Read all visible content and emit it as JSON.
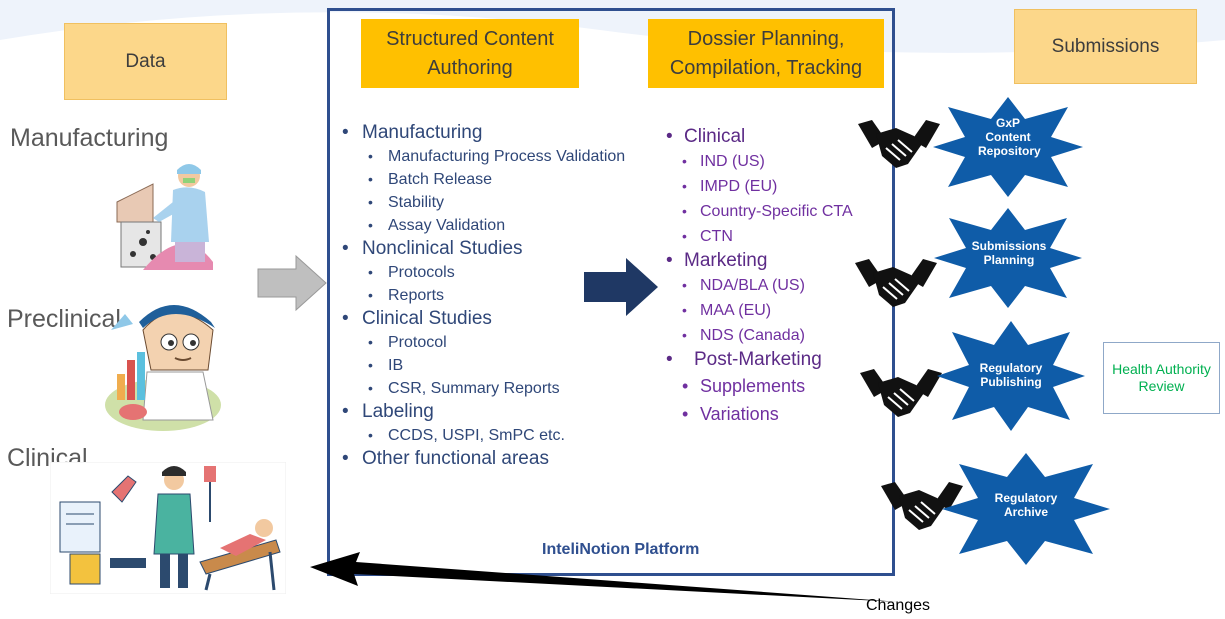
{
  "data_box": "Data",
  "submissions_box": "Submissions",
  "sources": {
    "manufacturing": "Manufacturing",
    "preclinical": "Preclinical",
    "clinical": "Clinical"
  },
  "authoring": {
    "title": "Structured Content Authoring",
    "items": [
      {
        "label": "Manufacturing",
        "sub": [
          "Manufacturing Process Validation",
          "Batch Release",
          "Stability",
          "Assay Validation"
        ]
      },
      {
        "label": "Nonclinical Studies",
        "sub": [
          "Protocols",
          "Reports"
        ]
      },
      {
        "label": "Clinical Studies",
        "sub": [
          "Protocol",
          "IB",
          "CSR, Summary Reports"
        ]
      },
      {
        "label": "Labeling",
        "sub": [
          "CCDS, USPI, SmPC etc."
        ]
      },
      {
        "label": "Other functional areas",
        "sub": []
      }
    ]
  },
  "dossier": {
    "title": "Dossier Planning, Compilation, Tracking",
    "clinical": {
      "label": "Clinical",
      "sub": [
        "IND (US)",
        "IMPD (EU)",
        "Country-Specific CTA",
        "CTN"
      ]
    },
    "marketing": {
      "label": "Marketing",
      "sub": [
        "NDA/BLA (US)",
        "MAA (EU)",
        "NDS (Canada)"
      ]
    },
    "post": {
      "label": "Post-Marketing",
      "sub": [
        "Supplements",
        "Variations"
      ]
    }
  },
  "platform_label": "InteliNotion Platform",
  "stars": [
    "GxP Content Repository",
    "Submissions Planning",
    "Regulatory Publishing",
    "Regulatory Archive"
  ],
  "health_box": "Health Authority Review",
  "changes_label": "Changes",
  "colors": {
    "star": "#0f5ca8",
    "orange": "#ffc000",
    "platform_border": "#2f4f8f",
    "arrow_dark": "#1f3864",
    "health_text": "#00b050"
  },
  "icons": [
    "handshake-icon",
    "manufacturing-worker-image",
    "preclinical-scientist-image",
    "clinical-staff-image"
  ]
}
